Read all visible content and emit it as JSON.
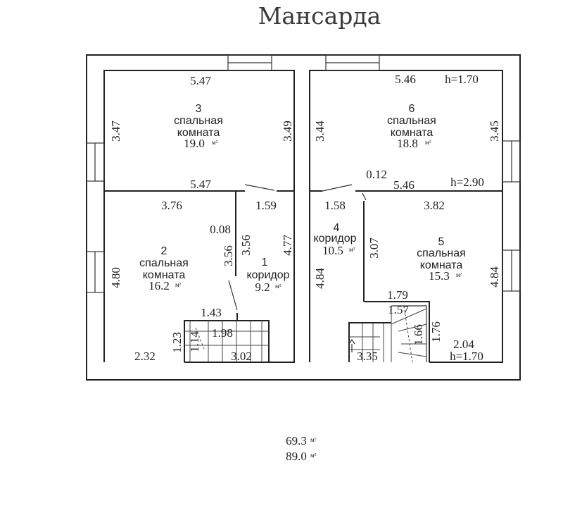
{
  "title": "Мансарда",
  "rooms": [
    {
      "number": "3",
      "name_line1": "спальная",
      "name_line2": "комната",
      "area": "19.0",
      "unit": "м²"
    },
    {
      "number": "6",
      "name_line1": "спальная",
      "name_line2": "комната",
      "area": "18.8",
      "unit": "м²"
    },
    {
      "number": "2",
      "name_line1": "спальная",
      "name_line2": "комната",
      "area": "16.2",
      "unit": "м²"
    },
    {
      "number": "1",
      "name_line1": "коридор",
      "area": "9.2",
      "unit": "м²"
    },
    {
      "number": "4",
      "name_line1": "коридор",
      "area": "10.5",
      "unit": "м²"
    },
    {
      "number": "5",
      "name_line1": "спальная",
      "name_line2": "комната",
      "area": "15.3",
      "unit": "м²"
    }
  ],
  "dimensions": {
    "r3_top": "5.47",
    "r3_left": "3.47",
    "r3_right": "3.49",
    "r3_bottom": "5.47",
    "r6_top": "5.46",
    "r6_h": "h=1.70",
    "r6_left": "3.44",
    "r6_right": "3.45",
    "r6_gap": "0.12",
    "r6_bottom": "5.46",
    "r6_h2": "h=2.90",
    "r2_top": "3.76",
    "r1_top": "1.59",
    "r4_top": "1.58",
    "r5_top": "3.82",
    "d008": "0.08",
    "d356a": "3.56",
    "d356b": "3.56",
    "d477": "4.77",
    "r2_left": "4.80",
    "d143": "1.43",
    "d123": "1.23",
    "d114": "1.14",
    "d198": "1.98",
    "d232": "2.32",
    "d302": "3.02",
    "d484a": "4.84",
    "d307": "3.07",
    "d484b": "4.84",
    "d179": "1.79",
    "d157": "1.57",
    "d166": "1.66",
    "d176": "1.76",
    "d204": "2.04",
    "d335": "3.35",
    "r5_h": "h=1.70"
  },
  "totals": {
    "living": "69.3",
    "total": "89.0",
    "unit": "м²"
  }
}
